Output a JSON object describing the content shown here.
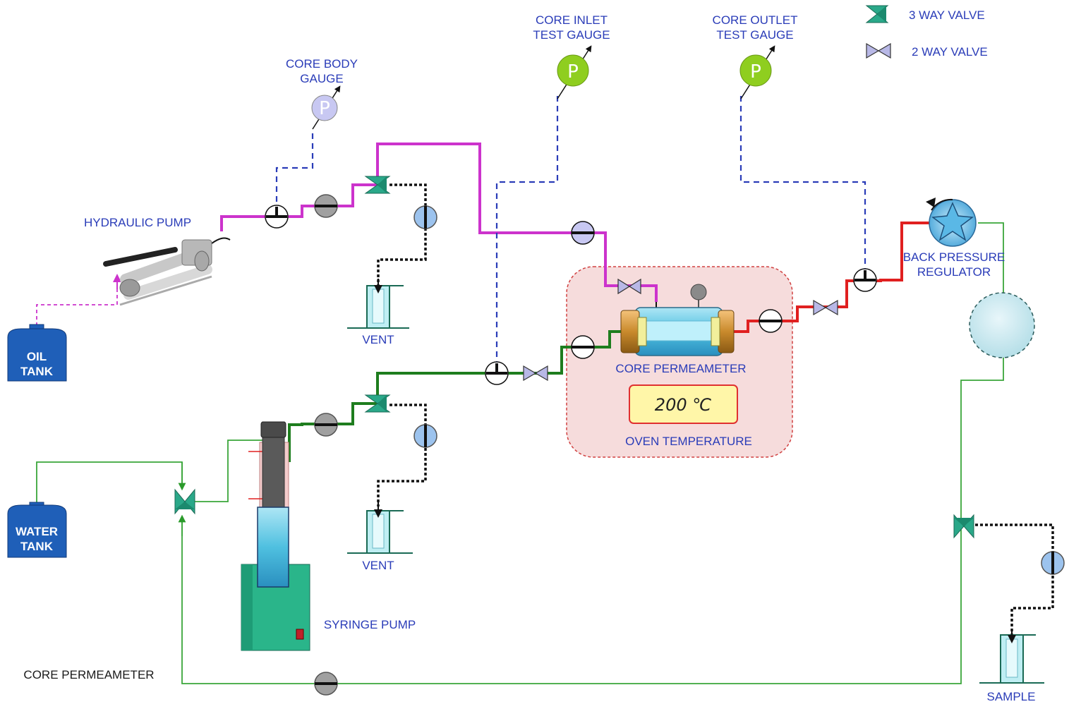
{
  "legend": {
    "three_way": "3 WAY VALVE",
    "two_way": "2 WAY VALVE"
  },
  "labels": {
    "core_inlet_gauge": [
      "CORE INLET",
      "TEST GAUGE"
    ],
    "core_outlet_gauge": [
      "CORE OUTLET",
      "TEST GAUGE"
    ],
    "core_body_gauge": [
      "CORE BODY",
      "GAUGE"
    ],
    "hydraulic_pump": "HYDRAULIC PUMP",
    "vent_top": "VENT",
    "vent_bottom": "VENT",
    "core_permeameter": "CORE PERMEAMETER",
    "oven_temperature": "OVEN TEMPERATURE",
    "temperature_value": "200 ℃",
    "back_pressure_regulator": [
      "BACK PRESSURE",
      "REGULATOR"
    ],
    "oil_tank": [
      "OIL",
      "TANK"
    ],
    "water_tank": [
      "WATER",
      "TANK"
    ],
    "syringe_pump": "SYRINGE PUMP",
    "sample": "SAMPLE",
    "diagram_caption": "CORE PERMEAMETER",
    "gauge_symbol": "P"
  },
  "colors": {
    "oil_line": "#cc33cc",
    "water_line": "#1e7d1e",
    "outlet_line": "#e02020",
    "signal_line": "#2a3cb8",
    "return_line": "#3aa63a",
    "three_way_valve": "#2aa889",
    "two_way_valve": "#b8b8e6",
    "inlet_gauge": "#8fce1f",
    "body_gauge": "#c8c8f2",
    "tank": "#1f5fb8",
    "oven_fill": "#f6dcdc",
    "oven_border": "#d04040"
  }
}
